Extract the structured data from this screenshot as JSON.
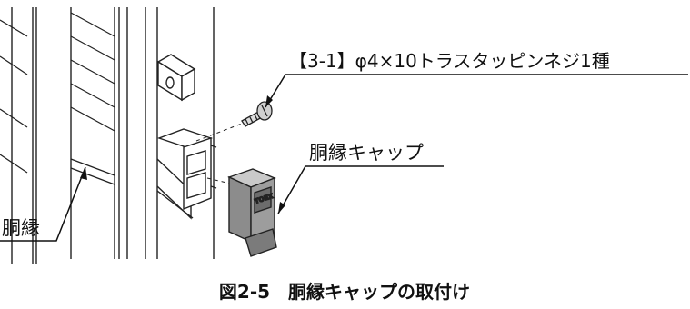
{
  "labels": {
    "screw": "【3-1】φ4×10トラスタッピンネジ1種",
    "cap": "胴縁キャップ",
    "rail": "胴縁"
  },
  "caption": "図2-5　胴縁キャップの取付け",
  "cap_marking": "TOEX"
}
